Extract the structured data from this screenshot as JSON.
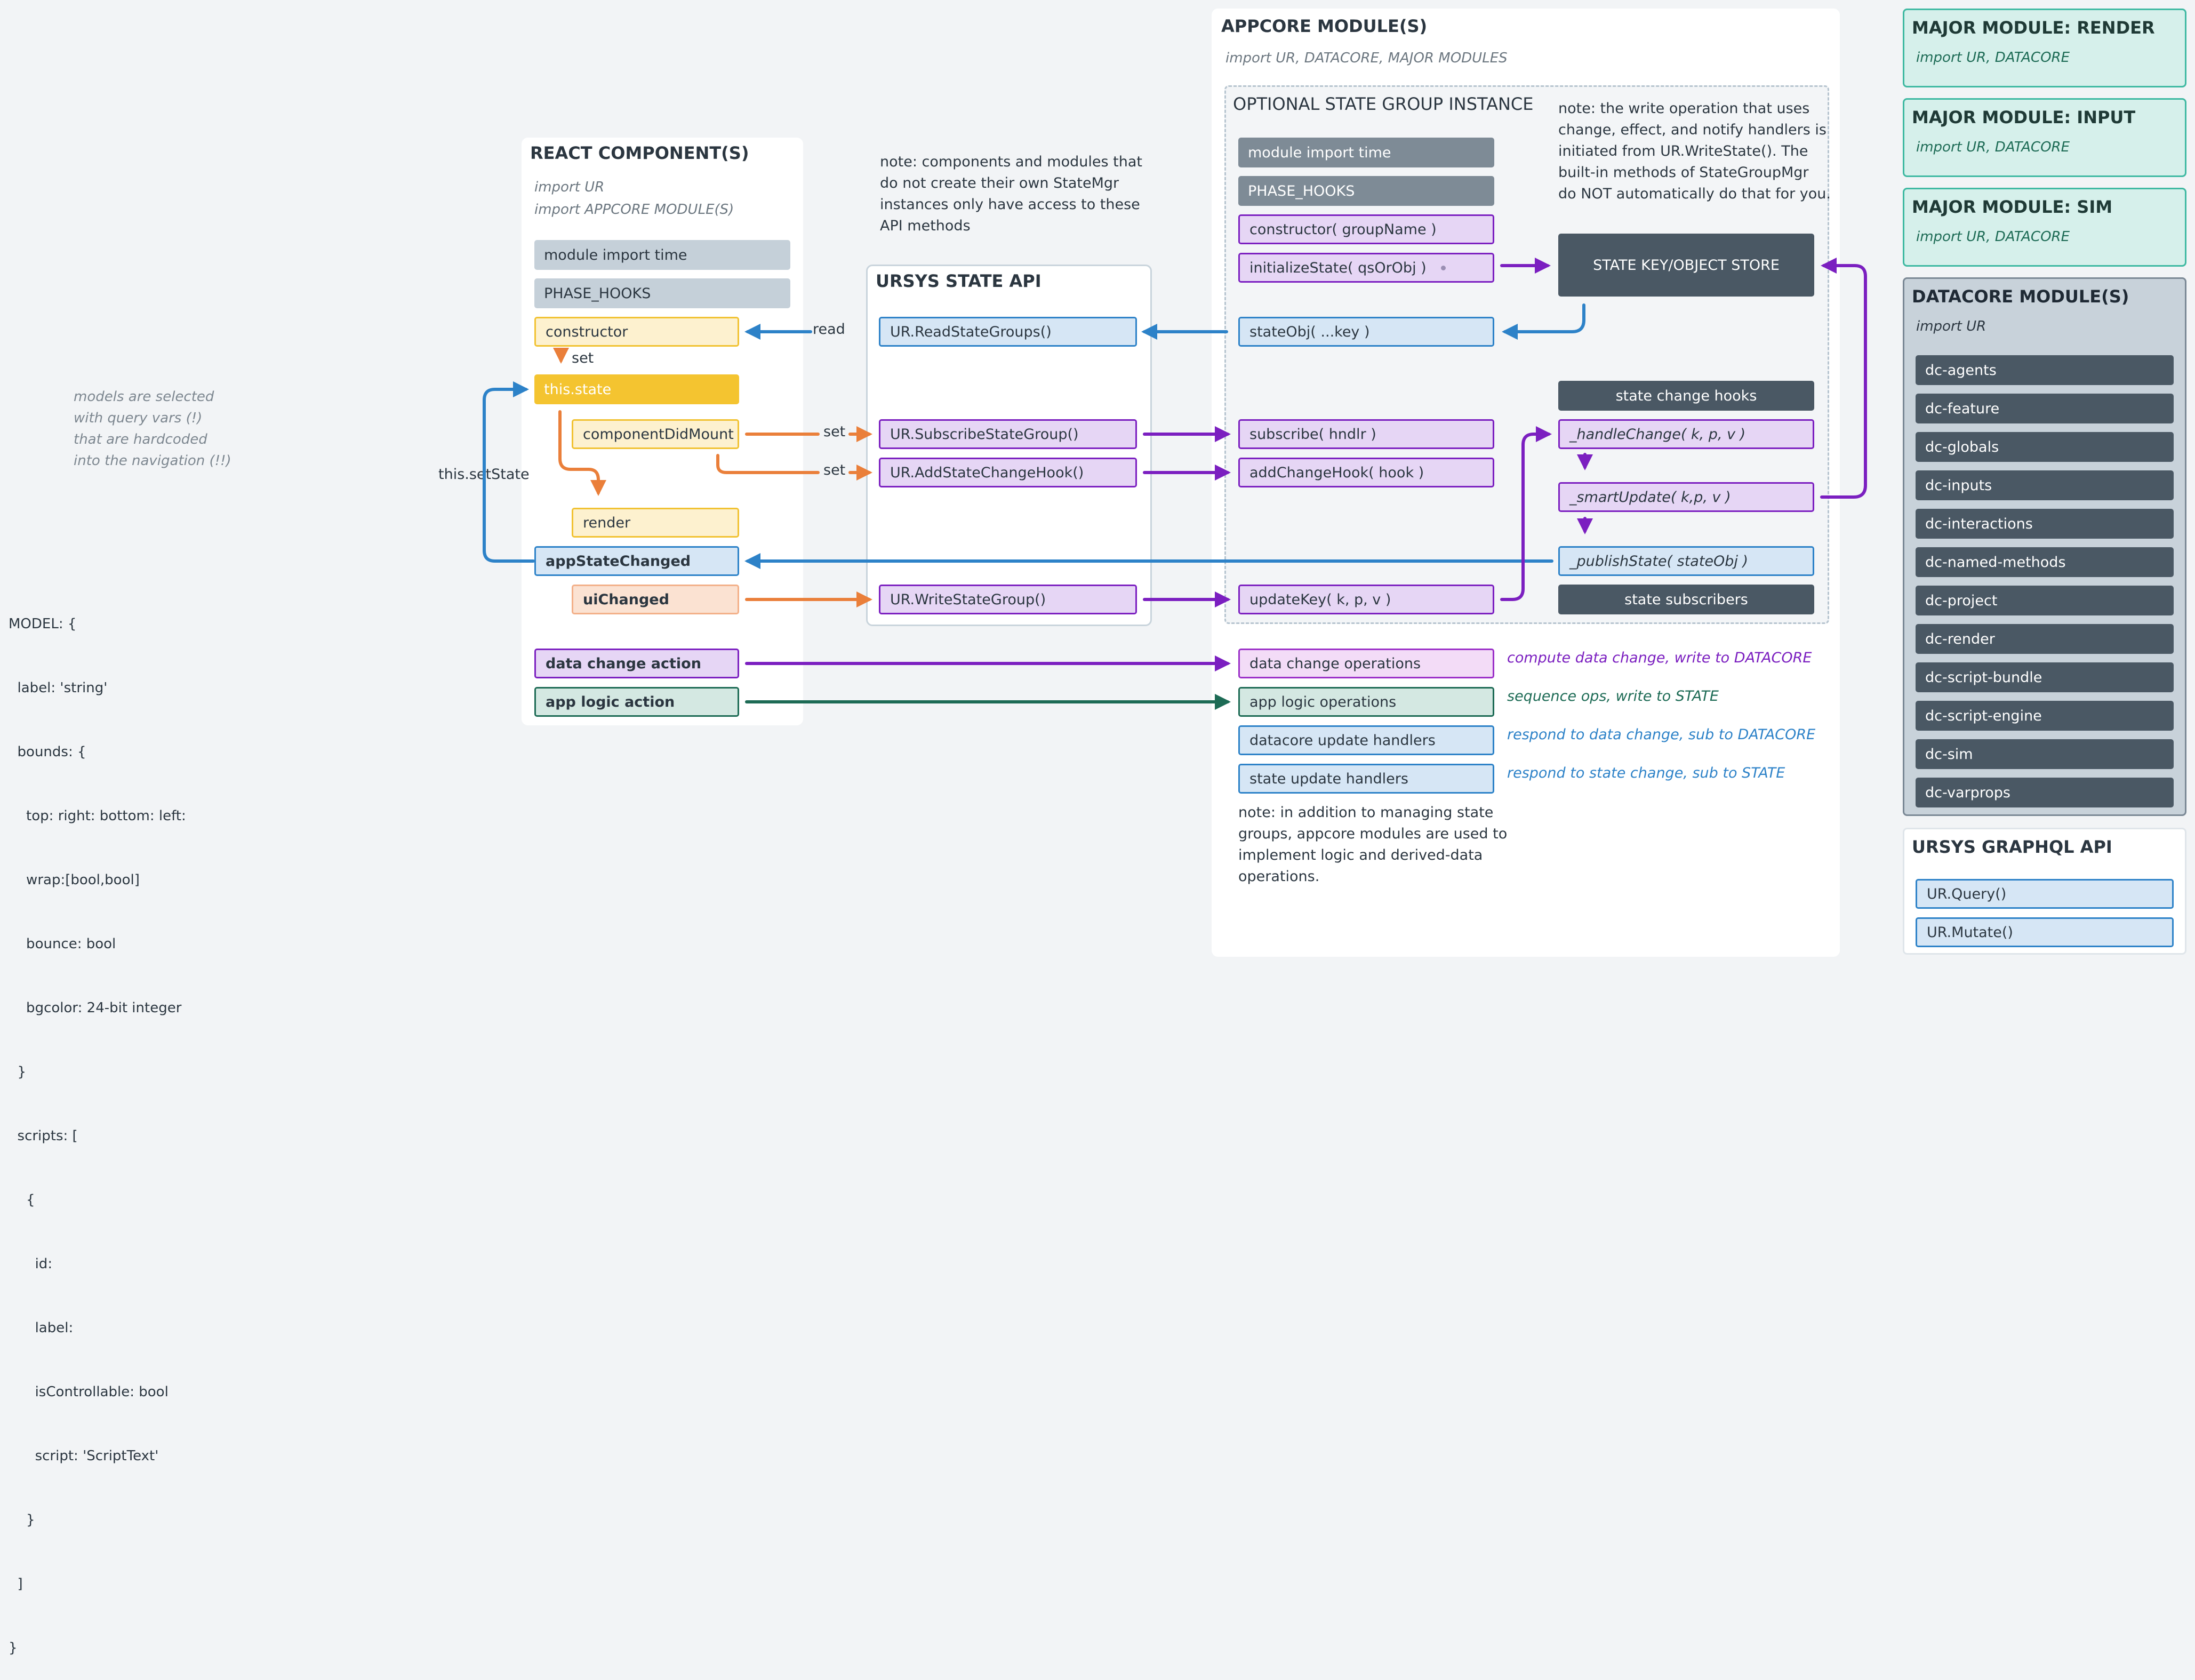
{
  "left_note": [
    "models are selected",
    "with query vars (!)",
    "that are hardcoded",
    "into the navigation (!!)"
  ],
  "model_text": [
    "MODEL: {",
    "  label: 'string'",
    "  bounds: {",
    "    top: right: bottom: left:",
    "    wrap:[bool,bool]",
    "    bounce: bool",
    "    bgcolor: 24-bit integer",
    "  }",
    "  scripts: [",
    "    {",
    "      id:",
    "      label:",
    "      isControllable: bool",
    "      script: 'ScriptText'",
    "    }",
    "  ]",
    "}"
  ],
  "react": {
    "title": "REACT COMPONENT(S)",
    "imports": [
      "import UR",
      "import APPCORE MODULE(S)"
    ],
    "module_import_time": "module import time",
    "phase_hooks": "PHASE_HOOKS",
    "constructor": "constructor",
    "set_label": "set",
    "this_state": "this.state",
    "component_did_mount": "componentDidMount",
    "render": "render",
    "app_state_changed": "appStateChanged",
    "ui_changed": "uiChanged",
    "data_change_action": "data change action",
    "app_logic_action": "app logic action",
    "this_set_state": "this.setState"
  },
  "api_note": [
    "note: components and modules that",
    "do not create their own StateMgr",
    "instances only have access to these",
    "API methods"
  ],
  "ursys_state_api": {
    "title": "URSYS STATE API",
    "read_label": "read",
    "set_label": "set",
    "read_state_groups": "UR.ReadStateGroups()",
    "subscribe_state_group": "UR.SubscribeStateGroup()",
    "add_state_change_hook": "UR.AddStateChangeHook()",
    "write_state_group": "UR.WriteStateGroup()"
  },
  "appcore": {
    "title": "APPCORE MODULE(S)",
    "imports": "import UR, DATACORE, MAJOR MODULES",
    "optional_title": "OPTIONAL STATE GROUP INSTANCE",
    "module_import_time": "module import time",
    "phase_hooks": "PHASE_HOOKS",
    "constructor": "constructor( groupName )",
    "initialize_state": "initializeState( qsOrObj )",
    "state_obj": "stateObj( ...key )",
    "subscribe": "subscribe( hndlr )",
    "add_change_hook": "addChangeHook( hook )",
    "update_key": "updateKey( k, p, v )",
    "write_note": [
      "note: the write operation that uses",
      "change, effect, and notify handlers is",
      "initiated from UR.WriteState(). The",
      "built-in methods of StateGroupMgr",
      "do NOT automatically do that for you."
    ],
    "store": "STATE KEY/OBJECT STORE",
    "state_change_hooks": "state change hooks",
    "handle_change": "_handleChange( k, p, v )",
    "smart_update": "_smartUpdate( k,p, v )",
    "publish_state": "_publishState( stateObj )",
    "state_subscribers": "state subscribers",
    "data_change_operations": "data change operations",
    "app_logic_operations": "app logic operations",
    "datacore_update_handlers": "datacore update handlers",
    "state_update_handlers": "state update handlers",
    "desc_data_change": "compute data change, write to DATACORE",
    "desc_app_logic": "sequence ops, write to STATE",
    "desc_datacore": "respond to data change, sub to DATACORE",
    "desc_state": "respond to state change, sub to STATE",
    "bottom_note": [
      "note: in addition to managing state",
      "groups, appcore modules are used to",
      "implement logic and derived-data",
      "operations."
    ]
  },
  "major_modules": [
    {
      "title": "MAJOR MODULE: RENDER",
      "sub": "import UR, DATACORE"
    },
    {
      "title": "MAJOR MODULE: INPUT",
      "sub": "import UR, DATACORE"
    },
    {
      "title": "MAJOR MODULE: SIM",
      "sub": "import UR, DATACORE"
    }
  ],
  "datacore": {
    "title": "DATACORE MODULE(S)",
    "sub": "import UR",
    "items": [
      "dc-agents",
      "dc-feature",
      "dc-globals",
      "dc-inputs",
      "dc-interactions",
      "dc-named-methods",
      "dc-project",
      "dc-render",
      "dc-script-bundle",
      "dc-script-engine",
      "dc-sim",
      "dc-varprops"
    ]
  },
  "graphql": {
    "title": "URSYS GRAPHQL API",
    "query": "UR.Query()",
    "mutate": "UR.Mutate()"
  },
  "colors": {
    "blue": "#2d82c8",
    "orange": "#ea7f3a",
    "purple": "#7b1fc0",
    "green": "#1d6b55",
    "yellow": "#f4c430",
    "slate": "#4a5864"
  }
}
